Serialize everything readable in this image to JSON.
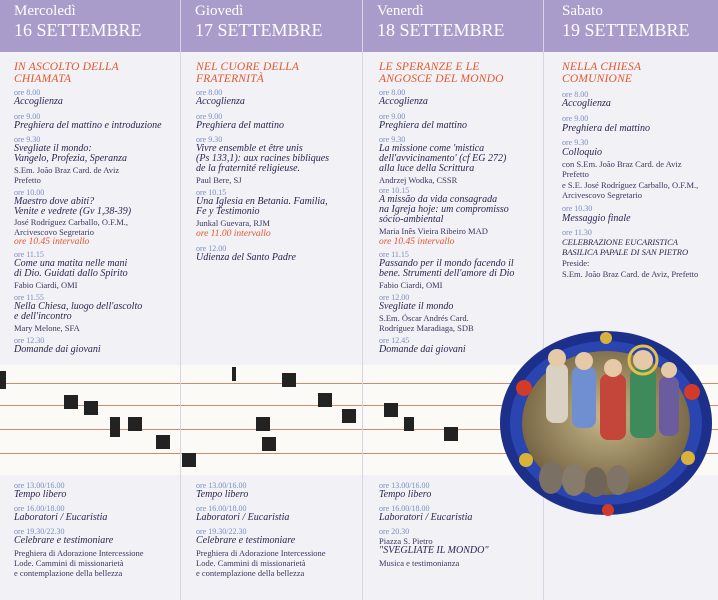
{
  "headers": [
    {
      "day": "Mercoledì",
      "date": "16 SETTEMBRE"
    },
    {
      "day": "Giovedì",
      "date": "17 SETTEMBRE"
    },
    {
      "day": "Venerdì",
      "date": "18 SETTEMBRE"
    },
    {
      "day": "Sabato",
      "date": "19 SETTEMBRE"
    }
  ],
  "col1": {
    "title1": "IN ASCOLTO DELLA",
    "title2": "CHIAMATA",
    "r1t": "ore 8.00",
    "r1e": "Accoglienza",
    "r2t": "ore 9.00",
    "r2e": "Preghiera del mattino e introduzione",
    "r3t": "ore 9.30",
    "r3e1": "Svegliate il mondo:",
    "r3e2": "Vangelo, Profezia, Speranza",
    "r3s1": "S.Em. João Braz Card. de Aviz",
    "r3s2": "Prefetto",
    "r4t": "ore 10.00",
    "r4e1": "Maestro dove abiti?",
    "r4e2": "Venite e vedrete (Gv 1,38-39)",
    "r4s1": "José Rodríguez Carballo, O.F.M.,",
    "r4s2": "Arcivescovo Segretario",
    "r5": "ore 10.45 intervallo",
    "r6t": "ore 11.15",
    "r6e1": "Come una matita nelle mani",
    "r6e2": "di Dio. Guidati dallo Spirito",
    "r6s": "Fabio Ciardi, OMI",
    "r7t": "ore 11.55",
    "r7e1": "Nella Chiesa, luogo dell'ascolto",
    "r7e2": "e dell'incontro",
    "r7s": "Mary Melone, SFA",
    "r8t": "ore 12.30",
    "r8e": "Domande dai giovani"
  },
  "col2": {
    "title1": "NEL CUORE DELLA",
    "title2": "FRATERNITÀ",
    "r1t": "ore 8.00",
    "r1e": "Accoglienza",
    "r2t": "ore 9.00",
    "r2e": "Preghiera del mattino",
    "r3t": "ore 9.30",
    "r3e1": "Vivre ensemble et être unis",
    "r3e2": "(Ps 133,1): aux racines bibliques",
    "r3e3": "de la fraternité religieuse.",
    "r3s": "Paul Bere, SJ",
    "r4t": "ore 10.15",
    "r4e1": "Una Iglesia en Betania. Familia,",
    "r4e2": "Fe y Testimonio",
    "r4s": "Junkal Guevara, RJM",
    "r5": "ore 11.00 intervallo",
    "r6t": "ore 12.00",
    "r6e": "Udienza del Santo Padre"
  },
  "col3": {
    "title1": "LE SPERANZE E LE",
    "title2": "ANGOSCE DEL MONDO",
    "r1t": "ore 8.00",
    "r1e": "Accoglienza",
    "r2t": "ore 9.00",
    "r2e": "Preghiera del mattino",
    "r3t": "ore 9.30",
    "r3e1": "La missione come 'mistica",
    "r3e2": "dell'avvicinamento' (cf EG 272)",
    "r3e3": "alla luce della Scrittura",
    "r3s": "Andrzej Wodka, CSSR",
    "r4t": "ore 10.15",
    "r4e1": "A missão da vida consagrada",
    "r4e2": "na Igreja hoje: um compromisso",
    "r4e3": "sócio-ambiental",
    "r4s": "Maria Inês Vieira Ribeiro MAD",
    "r5": "ore 10.45 intervallo",
    "r6t": "ore 11.15",
    "r6e1": "Passando per il mondo facendo il",
    "r6e2": "bene. Strumenti dell'amore di Dio",
    "r6s": "Fabio Ciardi, OMI",
    "r7t": "ore 12.00",
    "r7e": "Svegliate il mondo",
    "r7s1": "S.Em. Óscar Andrés Card.",
    "r7s2": "Rodríguez Maradiaga, SDB",
    "r8t": "ore 12.45",
    "r8e": "Domande dai giovani"
  },
  "col4": {
    "title1": "NELLA CHIESA",
    "title2": "COMUNIONE",
    "r1t": "ore 8.00",
    "r1e": "Accoglienza",
    "r2t": "ore 9.00",
    "r2e": "Preghiera del mattino",
    "r3t": "ore 9.30",
    "r3e": "Colloquio",
    "r3s1": "con S.Em. João Braz Card. de Aviz",
    "r3s2": "Prefetto",
    "r3s3": "e S.E. José Rodríguez Carballo, O.F.M.,",
    "r3s4": "Arcivescovo Segretario",
    "r4t": "ore 10.30",
    "r4e": "Messaggio finale",
    "r5t": "ore 11.30",
    "r5e1": "CELEBRAZIONE EUCARISTICA",
    "r5e2": "BASILICA PAPALE DI SAN PIETRO",
    "r5s1": "Preside:",
    "r5s2": "S.Em. João Braz Card. de Aviz, Prefetto"
  },
  "bottom12": {
    "t1": "ore 13.00/16.00",
    "e1": "Tempo libero",
    "t2": "ore 16.00/18.00",
    "e2": "Laboratori / Eucaristia",
    "t3": "ore 19.30/22.30",
    "e3": "Celebrare e testimoniare",
    "s1": "Preghiera di Adorazione Intercessione",
    "s2": "Lode. Cammini di missionarietà",
    "s3": "e contemplazione della bellezza"
  },
  "bottom3": {
    "t1": "ore 13.00/16.00",
    "e1": "Tempo libero",
    "t2": "ore 16.00/18.00",
    "e2": "Laboratori / Eucaristia",
    "t3": "ore 20.30",
    "s0": "Piazza S. Pietro",
    "e3": "\"SVEGLIATE IL MONDO\"",
    "s1": "Musica e testimonianza"
  },
  "colors": {
    "header": "#a99ccb",
    "title": "#e4572e",
    "time": "#7a8fc3",
    "text": "#2a2650"
  }
}
